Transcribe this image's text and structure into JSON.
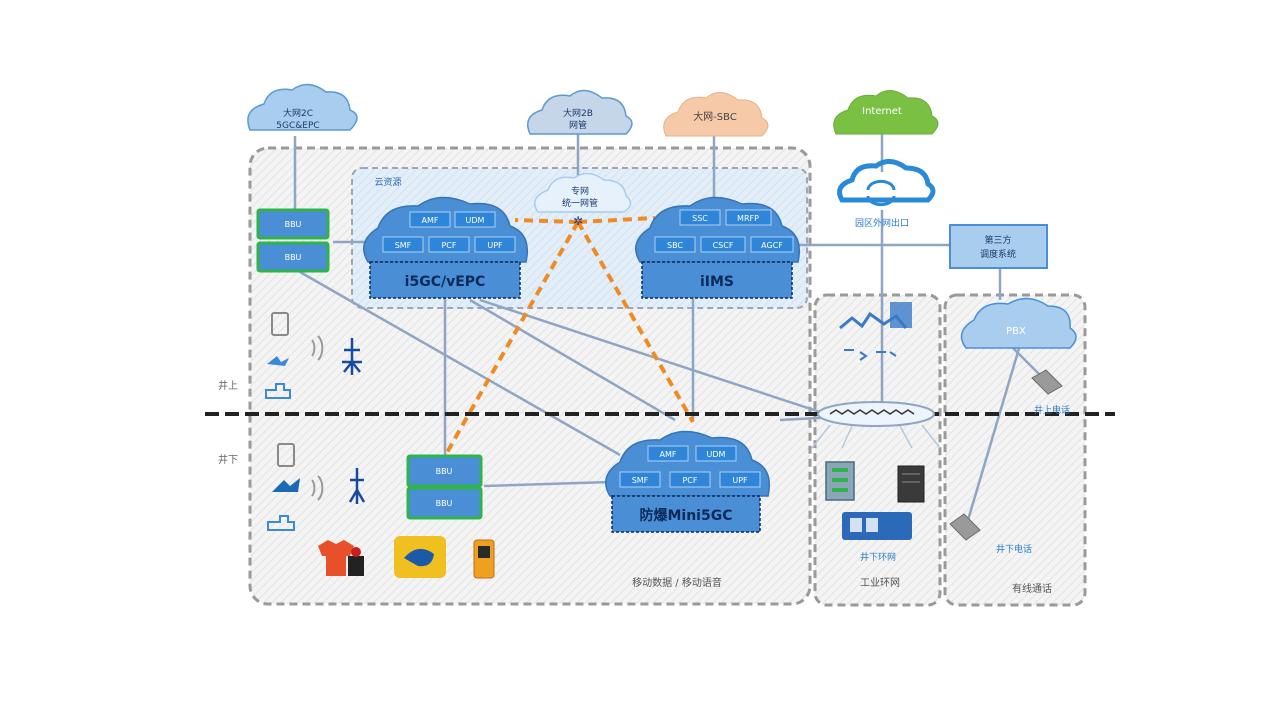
{
  "clouds": {
    "top_left": {
      "line1": "大网2C",
      "line2": "5GC&EPC"
    },
    "top_mid": {
      "line1": "大网2B",
      "line2": "网管"
    },
    "top_sbc": {
      "label": "大网-SBC"
    },
    "internet": {
      "label": "Internet"
    },
    "unified_mgmt": {
      "line1": "专网",
      "line2": "统一网管"
    },
    "pbx": {
      "label": "PBX"
    }
  },
  "core_labels": {
    "region": "云资源",
    "i5gc_title": "i5GC/vEPC",
    "iims_title": "iIMS",
    "mini_title": "防爆Mini5GC"
  },
  "nf": {
    "i5gc": [
      "AMF",
      "UDM",
      "SMF",
      "PCF",
      "UPF"
    ],
    "iims": [
      "SSC",
      "MRFP",
      "SBC",
      "CSCF",
      "AGCF"
    ],
    "mini": [
      "AMF",
      "UDM",
      "SMF",
      "PCF",
      "UPF"
    ]
  },
  "bbu_labels": {
    "top_a": "BBU",
    "top_b": "BBU",
    "bottom_a": "BBU",
    "bottom_b": "BBU"
  },
  "exit": {
    "label": "园区外网出口"
  },
  "third_party": {
    "line1": "第三方",
    "line2": "调度系统"
  },
  "layers": {
    "above": "井上",
    "below": "井下"
  },
  "regions": {
    "mobile": "移动数据 / 移动语音",
    "industrial": "工业环网",
    "wired": "有线通话"
  },
  "devices": {
    "underground_ring": "井下环网",
    "underground_phone": "井下电话",
    "surface_phone": "井上电话"
  },
  "colors": {
    "cloud_blue": "#a9cdee",
    "core_blue": "#4a8fd6",
    "nf_blue": "#2f86d8",
    "bbu_green": "#2fb34a",
    "orange_dash": "#f08a22",
    "internet_green": "#7ac143",
    "sbc_peach": "#f6c9a8",
    "region_border": "#9a9a9a"
  }
}
